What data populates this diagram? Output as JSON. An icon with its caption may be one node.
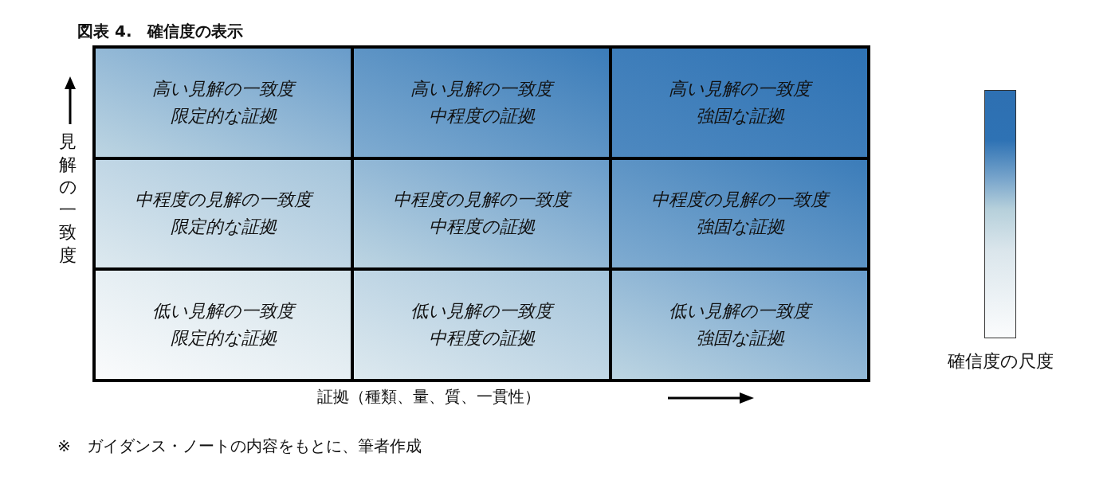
{
  "diagram": {
    "title": "図表 4.　確信度の表示",
    "caption": "※　ガイダンス・ノートの内容をもとに、筆者作成",
    "nodes": [
      {
        "text": [
          "高い見解の一致度",
          "限定的な証拠"
        ]
      },
      {
        "text": [
          "高い見解の一致度",
          "中程度の証拠"
        ]
      },
      {
        "text": [
          "高い見解の一致度",
          "強固な証拠"
        ]
      },
      {
        "text": [
          "中程度の見解の一致度",
          "限定的な証拠"
        ]
      },
      {
        "text": [
          "中程度の見解の一致度",
          "中程度の証拠"
        ]
      },
      {
        "text": [
          "中程度の見解の一致度",
          "強固な証拠"
        ]
      },
      {
        "text": [
          "低い見解の一致度",
          "限定的な証拠"
        ]
      },
      {
        "text": [
          "低い見解の一致度",
          "中程度の証拠"
        ]
      },
      {
        "text": [
          "低い見解の一致度",
          "強固な証拠"
        ]
      },
      {
        "text": [
          "確信度の尺度"
        ]
      }
    ],
    "edges": [],
    "labels": [
      "見解の一致度",
      "証拠（種類、量、質、一貫性）"
    ]
  }
}
